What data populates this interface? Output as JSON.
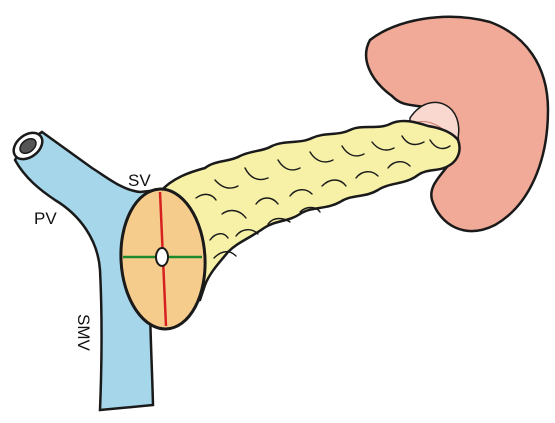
{
  "labels": {
    "pv": "PV",
    "sv": "SV",
    "smv": "SMV"
  },
  "colors": {
    "vein_fill": "#a6d6ea",
    "pancreas_fill": "#f7f1a8",
    "cut_surface_fill": "#f6cc8c",
    "spleen_fill": "#f2aa98",
    "hilum_fill": "#f8d8cf",
    "outline": "#1a1a1a",
    "vertical_line": "#d62020",
    "horizontal_line": "#1e8a2e"
  }
}
